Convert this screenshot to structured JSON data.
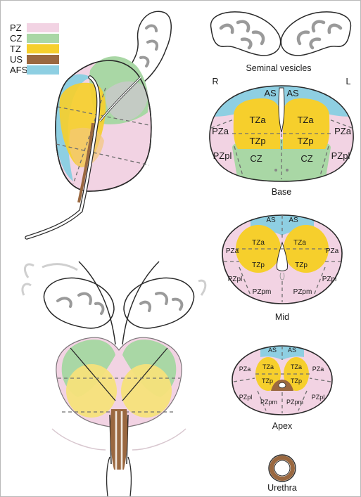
{
  "colors": {
    "pz": "#f2d3e3",
    "cz": "#a9d7a5",
    "tz": "#f6cf2c",
    "us": "#9a6840",
    "afs": "#8ecfe2",
    "grey": "#d9d9d9",
    "outline": "#2a2a2a"
  },
  "legend": [
    {
      "label": "PZ",
      "color": "#f2d3e3"
    },
    {
      "label": "CZ",
      "color": "#a9d7a5"
    },
    {
      "label": "TZ",
      "color": "#f6cf2c"
    },
    {
      "label": "US",
      "color": "#9a6840"
    },
    {
      "label": "AFS",
      "color": "#8ecfe2"
    }
  ],
  "labels": {
    "seminal_vesicles": "Seminal vesicles",
    "right": "R",
    "left": "L",
    "base": "Base",
    "mid": "Mid",
    "apex": "Apex",
    "urethra": "Urethra"
  },
  "zones": {
    "as": "AS",
    "tza": "TZa",
    "tzp": "TZp",
    "pza": "PZa",
    "pzpl": "PZpl",
    "cz": "CZ",
    "pzpm": "PZpm"
  }
}
